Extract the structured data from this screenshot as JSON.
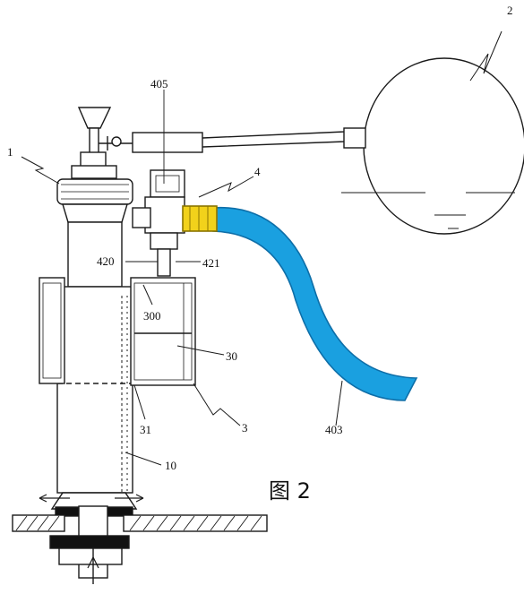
{
  "figure": {
    "caption": "图 2",
    "labels": {
      "float_ball": "2",
      "valve_head": "1",
      "valve_assembly": "4",
      "cap_405": "405",
      "stem_420": "420",
      "stem_421": "421",
      "chamber_300": "300",
      "cup_30": "30",
      "wall_31": "31",
      "cup_3": "3",
      "body_10": "10",
      "hose_403": "403"
    },
    "colors": {
      "line": "#1a1a1a",
      "hose_fill": "#1aa0e0",
      "hose_edge": "#0d6ea8",
      "nozzle": "#f2d21b",
      "nozzle_edge": "#8a7400"
    }
  }
}
